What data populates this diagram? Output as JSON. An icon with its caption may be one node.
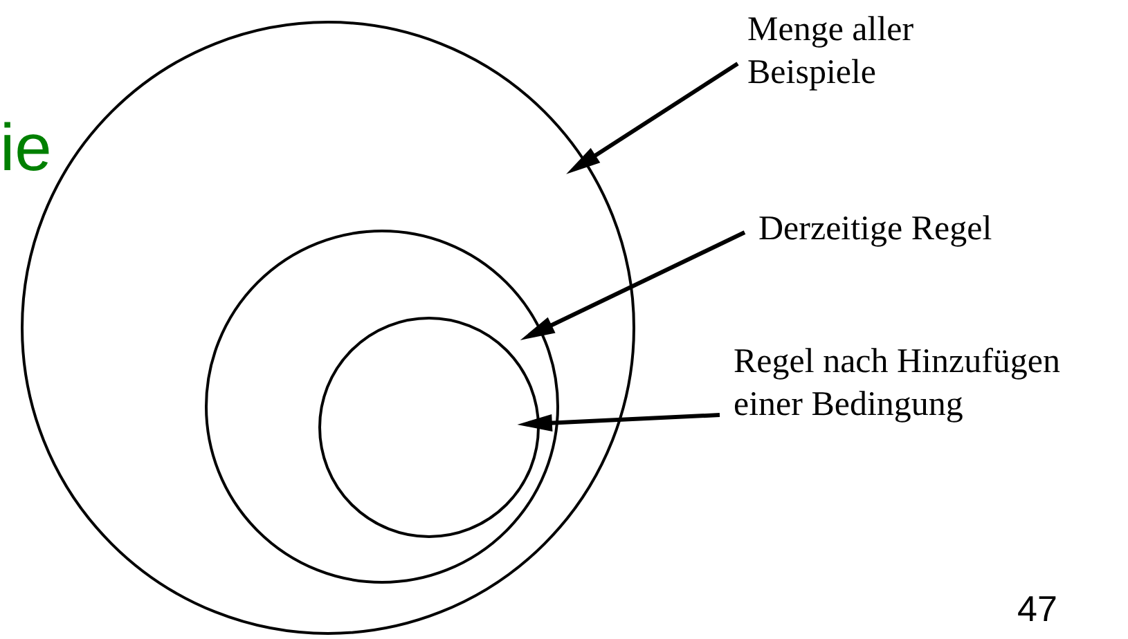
{
  "diagram": {
    "nodes": [
      {
        "text": [],
        "shape": "circle"
      },
      {
        "text": [],
        "shape": "circle",
        "in": 0
      },
      {
        "text": [],
        "shape": "circle",
        "in": 1
      },
      {
        "text": [
          "Menge aller Beispiele"
        ]
      },
      {
        "text": [
          "Derzeitige Regel"
        ]
      },
      {
        "text": [
          "Regel nach Hinzufügen einer Bedingung"
        ]
      }
    ],
    "edges": [
      {
        "from": 3,
        "to": 0,
        "arrow": "to"
      },
      {
        "from": 4,
        "to": 1,
        "arrow": "to"
      },
      {
        "from": 5,
        "to": 2,
        "arrow": "to"
      }
    ],
    "labels": [
      "ie",
      "47"
    ]
  }
}
